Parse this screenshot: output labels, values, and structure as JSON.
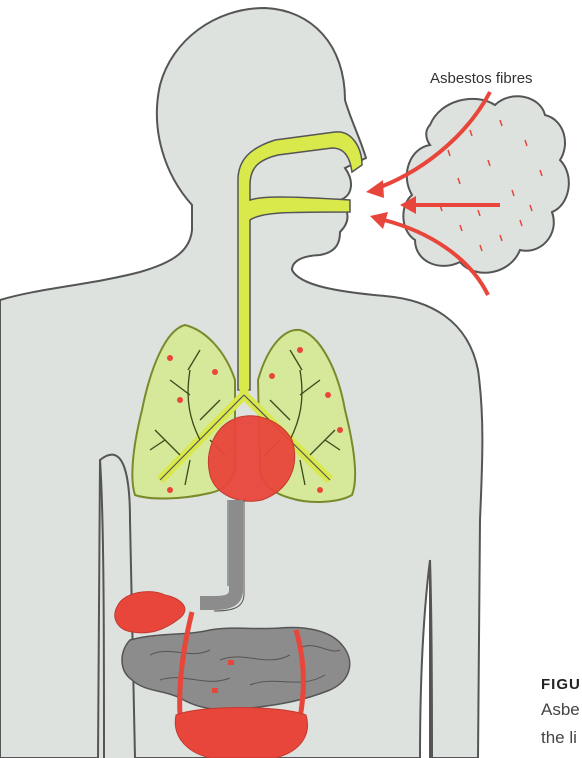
{
  "labels": {
    "fibres": "Asbestos fibres"
  },
  "caption": {
    "heading": "FIGU",
    "line_1": "Asbe",
    "line_2": "the li"
  },
  "colors": {
    "body": "#dde2de",
    "body_outline": "#555555",
    "airway": "#d9e84a",
    "lung": "#d6e89a",
    "organ_red": "#e8463b",
    "gut_grey": "#8c8c8c",
    "arrow": "#e8463b",
    "cloud": "#dde2de"
  }
}
